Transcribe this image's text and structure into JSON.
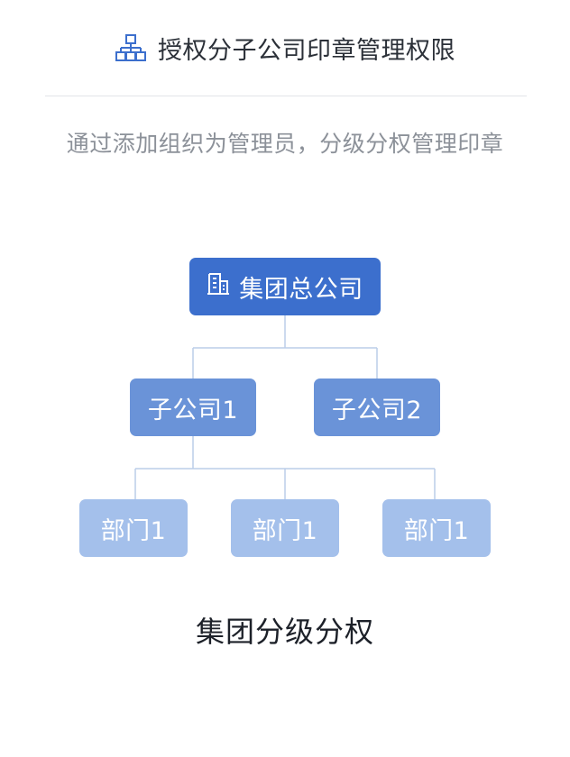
{
  "header": {
    "icon": "org-chart-icon",
    "title": "授权分子公司印章管理权限"
  },
  "subtitle": "通过添加组织为管理员，分级分权管理印章",
  "tree": {
    "root": {
      "icon": "building-icon",
      "label": "集团总公司"
    },
    "subsidiaries": [
      {
        "label": "子公司1"
      },
      {
        "label": "子公司2"
      }
    ],
    "departments": [
      {
        "label": "部门1"
      },
      {
        "label": "部门1"
      },
      {
        "label": "部门1"
      }
    ]
  },
  "caption": "集团分级分权",
  "colors": {
    "root": "#3c6fcd",
    "subsidiary": "#6a93d8",
    "department": "#a4c0eb",
    "connector": "#bccde9",
    "icon": "#3c6fcd"
  }
}
